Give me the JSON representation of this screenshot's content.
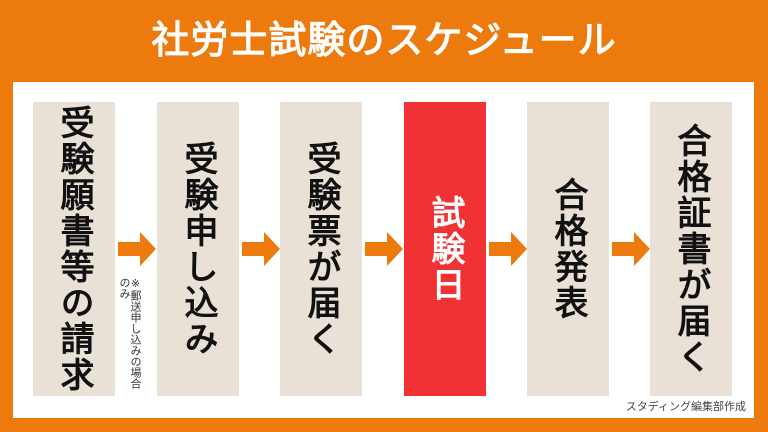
{
  "title": "社労士試験のスケジュール",
  "colors": {
    "background": "#ec7a0c",
    "panel": "#ffffff",
    "step_box": "#e9e0d6",
    "highlight_box": "#f03234",
    "arrow": "#ec7a0c"
  },
  "steps": [
    {
      "label": "受験願書等の請求",
      "note": "※郵送申し込みの場合のみ",
      "highlight": false
    },
    {
      "label": "受験申し込み",
      "highlight": false
    },
    {
      "label": "受験票が届く",
      "highlight": false
    },
    {
      "label": "試験日",
      "highlight": true
    },
    {
      "label": "合格発表",
      "highlight": false
    },
    {
      "label": "合格証書が届く",
      "highlight": false
    }
  ],
  "arrow_icon": "right-arrow-icon",
  "credit": "スタディング編集部作成"
}
